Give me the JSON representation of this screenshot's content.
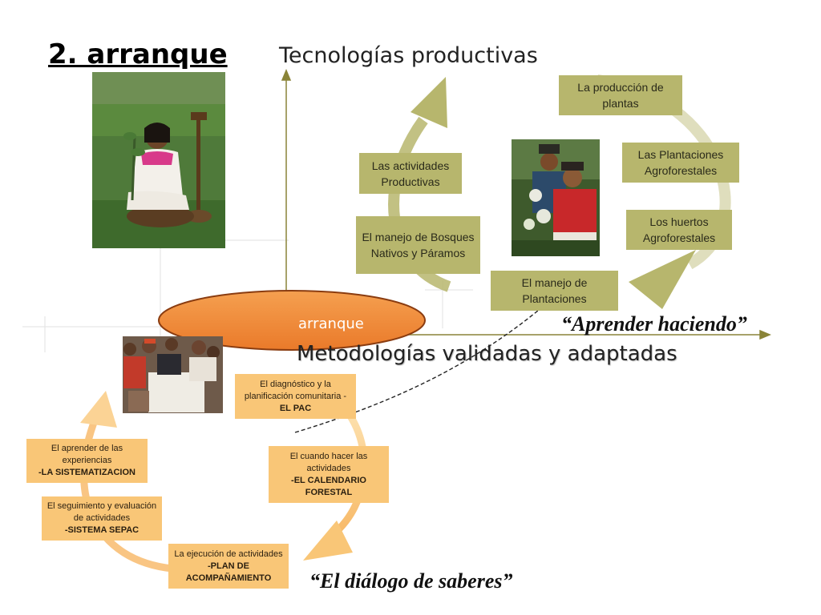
{
  "title": "2. arranque",
  "tech_title": "Tecnologías productivas",
  "method_title": "Metodologías validadas y adaptadas",
  "ellipse_label": "arranque",
  "quote_top": "“Aprender haciendo”",
  "quote_bottom": "“El diálogo de saberes”",
  "green_cycle": {
    "produccion": "La producción de plantas",
    "plantaciones": "Las Plantaciones Agroforestales",
    "huertos": "Los huertos Agroforestales",
    "manejo_plantaciones": "El manejo de Plantaciones",
    "bosques": "El manejo de Bosques Nativos y Páramos",
    "actividades": "Las actividades Productivas"
  },
  "orange_cycle": {
    "diagnostico": {
      "text": "El diagnóstico y la planificación comunitaria -",
      "bold": "EL PAC"
    },
    "calendario": {
      "text": "El cuando hacer las actividades",
      "bold": "-EL CALENDARIO FORESTAL"
    },
    "ejecucion": {
      "text": "La ejecución de actividades",
      "bold": "-PLAN DE ACOMPAÑAMIENTO"
    },
    "seguimiento": {
      "text": "El seguimiento y evaluación de actividades",
      "bold": "-SISTEMA SEPAC"
    },
    "aprender": {
      "text": "El aprender de las experiencias",
      "bold": "-LA SISTEMATIZACION"
    }
  },
  "colors": {
    "green": "#b7b66d",
    "orange_box": "#f9c677",
    "ellipse": "#f08c3c",
    "axis": "#8a8438"
  }
}
